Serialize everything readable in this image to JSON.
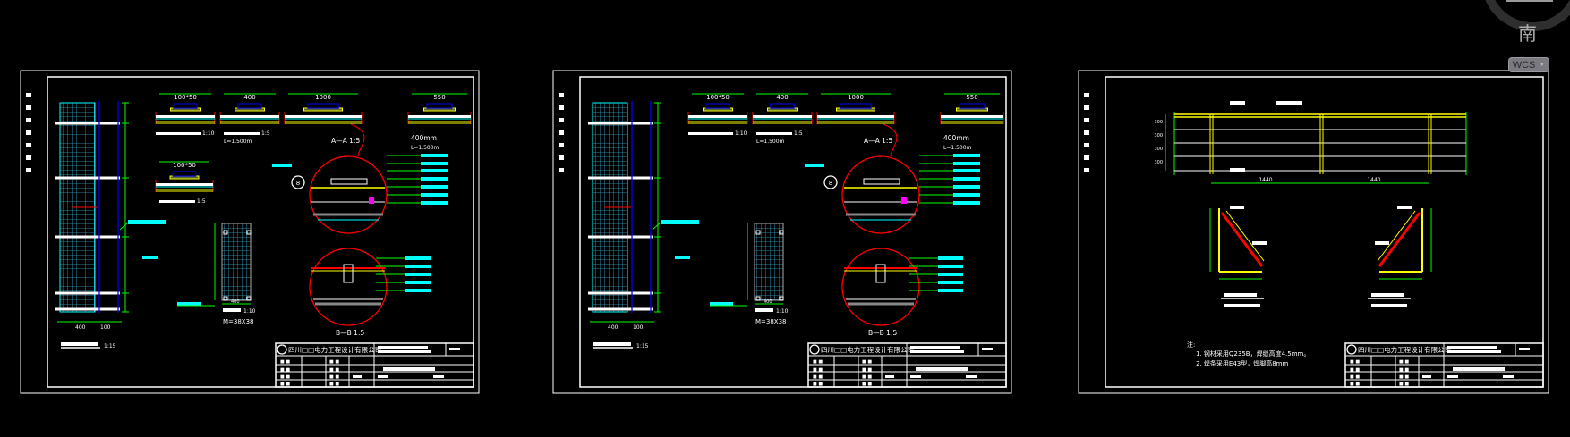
{
  "viewer": {
    "compass_label": "南",
    "ucs_button": "WCS",
    "ucs_caret": "▼"
  },
  "colors": {
    "background": "#000000",
    "frame": "#ffffff",
    "dimension": "#00ff00",
    "hatch": "#00ffff",
    "detail_circle": "#ff0000",
    "rail": "#ffff00",
    "post": "#0000ff",
    "accent": "#ff00ff"
  },
  "title_block": {
    "company": "四川□□电力工程设计有限公司",
    "cell_placeholder": "■ ■"
  },
  "sheet_labels": {
    "dim_1000": "1000",
    "dim_550": "550",
    "dim_400": "400",
    "dim_100": "100",
    "dim_300": "300",
    "profile_100x50": "100*50",
    "section_aa": "A—A 1:5",
    "section_bb": "B—B 1:5",
    "scale_1_5": "1:5",
    "scale_1_10": "1:10",
    "scale_1_15": "1:15",
    "view_400mm": "400mm",
    "length_note": "L=1.500m",
    "mesh_note": "M=38X38",
    "marker": "8"
  },
  "sheet3": {
    "dim_span_left": "1440",
    "dim_span_right": "1440",
    "dim_row": "300",
    "notes_title": "注:",
    "notes": [
      "1. 钢材采用Q235B，焊缝高度4.5mm。",
      "2. 焊条采用E43型，焊脚高8mm"
    ]
  }
}
